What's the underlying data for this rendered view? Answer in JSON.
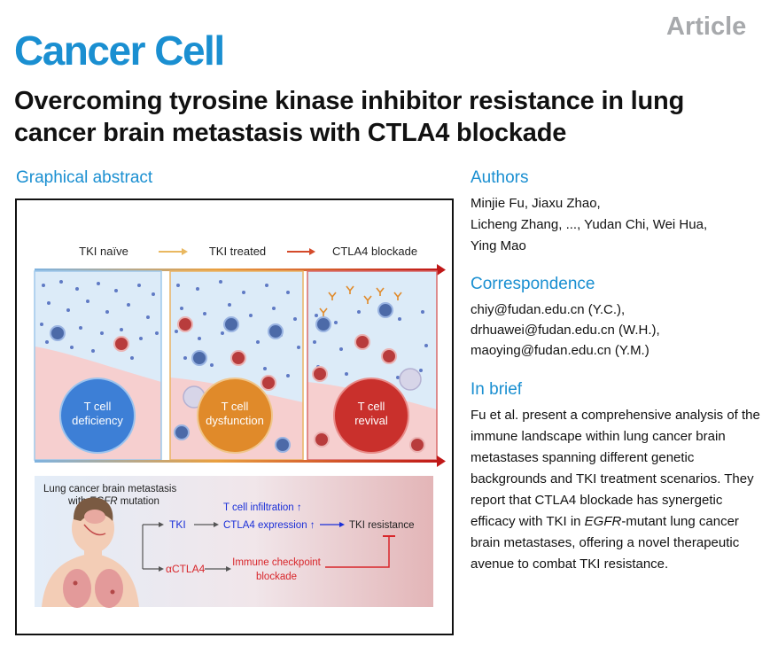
{
  "header": {
    "article_tag": "Article",
    "journal": "Cancer Cell",
    "title": "Overcoming tyrosine kinase inhibitor resistance in lung cancer brain metastasis with CTLA4 blockade"
  },
  "graphical_abstract": {
    "heading": "Graphical abstract",
    "stages": [
      "TKI naïve",
      "TKI treated",
      "CTLA4 blockade"
    ],
    "panels": [
      {
        "line1": "T cell",
        "line2": "deficiency",
        "color": "#3d7fd6"
      },
      {
        "line1": "T cell",
        "line2": "dysfunction",
        "color": "#e08a2a"
      },
      {
        "line1": "T cell",
        "line2": "revival",
        "color": "#c9302c"
      }
    ],
    "bottom": {
      "patient_line1": "Lung cancer brain metastasis",
      "patient_line2_prefix": "with ",
      "patient_line2_gene": "EGFR",
      "patient_line2_suffix": " mutation",
      "tki": "TKI",
      "tcell_infiltration": "T cell infiltration ↑",
      "ctla4_expression": "CTLA4 expression ↑",
      "tki_resistance": "TKI resistance",
      "actla4": "αCTLA4",
      "immune_checkpoint_1": "Immune checkpoint",
      "immune_checkpoint_2": "blockade"
    }
  },
  "authors": {
    "heading": "Authors",
    "lines": [
      "Minjie Fu, Jiaxu Zhao,",
      "Licheng Zhang, ..., Yudan Chi, Wei Hua,",
      "Ying Mao"
    ]
  },
  "correspondence": {
    "heading": "Correspondence",
    "emails": [
      "chiy@fudan.edu.cn (Y.C.),",
      "drhuawei@fudan.edu.cn (W.H.),",
      "maoying@fudan.edu.cn (Y.M.)"
    ]
  },
  "in_brief": {
    "heading": "In brief",
    "part1": "Fu et al. present a comprehensive analysis of the immune landscape within lung cancer brain metastases spanning different genetic backgrounds and TKI treatment scenarios. They report that CTLA4 blockade has synergetic efficacy with TKI in ",
    "gene": "EGFR",
    "part2": "-mutant lung cancer brain metastases, offering a novel therapeutic avenue to combat TKI resistance."
  },
  "colors": {
    "accent": "#1a8fd1",
    "muted": "#a7a9ac",
    "blue_text": "#1a2fd8",
    "red_text": "#d8262b"
  }
}
